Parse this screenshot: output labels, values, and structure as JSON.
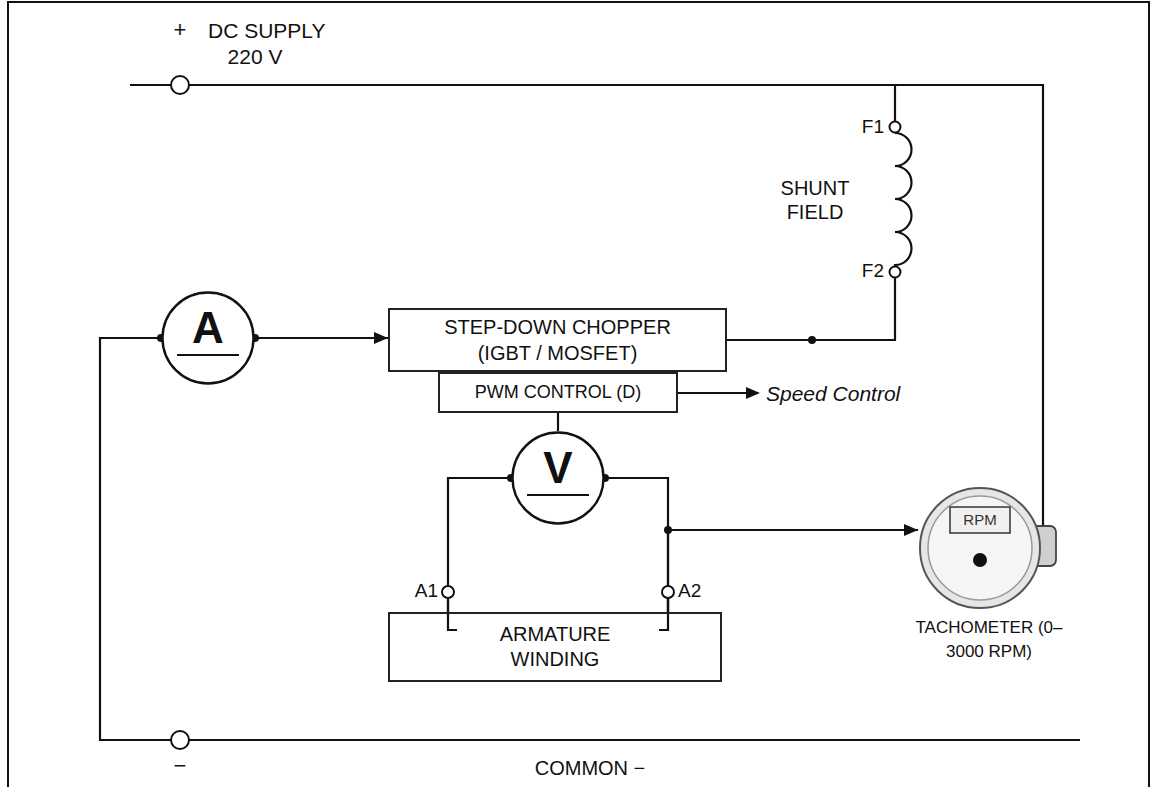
{
  "diagram": {
    "nodes": [
      {
        "text": [
          "A"
        ]
      },
      {
        "text": [
          "STEP-DOWN CHOPPER",
          "(IGBT / MOSFET)"
        ]
      },
      {
        "text": [
          "PWM CONTROL (D)"
        ]
      },
      {
        "text": [
          "V"
        ]
      },
      {
        "text": [
          "ARMATURE WINDING"
        ]
      },
      {
        "text": [
          "RPM",
          "TACHOMETER (0–3000 RPM)"
        ]
      }
    ],
    "edges": [
      {
        "from": 0,
        "to": 1,
        "arrow": "to"
      },
      {
        "from": 2,
        "to": 3,
        "arrow": "none"
      },
      {
        "from": 3,
        "to": 4,
        "arrow": "none"
      },
      {
        "from": 3,
        "to": 4,
        "arrow": "none"
      },
      {
        "from": 4,
        "to": 5,
        "arrow": "to"
      }
    ],
    "labels": [
      "+",
      "DC SUPPLY",
      "220 V",
      "F1",
      "SHUNT FIELD",
      "F2",
      "Speed Control",
      "A1",
      "A2",
      "−",
      "COMMON −"
    ]
  }
}
